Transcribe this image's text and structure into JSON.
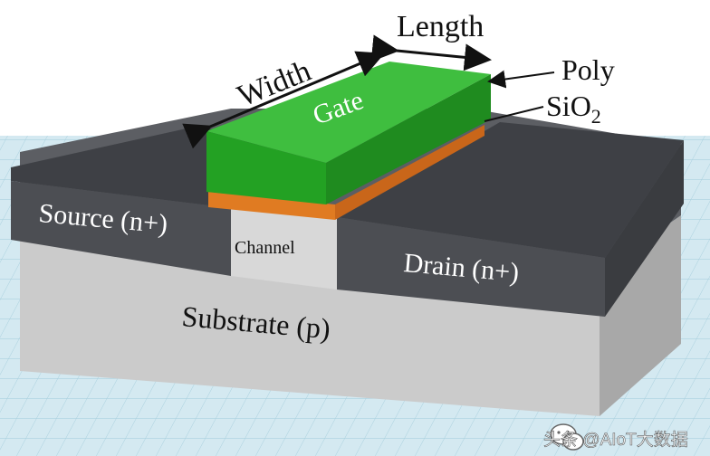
{
  "diagram": {
    "labels": {
      "length": "Length",
      "width": "Width",
      "gate": "Gate",
      "poly": "Poly",
      "sio2_main": "SiO",
      "sio2_sub": "2",
      "source": "Source (n+)",
      "drain": "Drain (n+)",
      "channel": "Channel",
      "substrate": "Substrate (p)"
    },
    "watermark": {
      "text": "头条 @AIoT大数据",
      "icon": "wechat-bubble-icon"
    },
    "colors": {
      "gate_top": "#3fbe3f",
      "gate_front": "#24a024",
      "gate_side": "#1d861d",
      "oxide": "#e07b22",
      "dark_region": "#4b4d52",
      "dark_top": "#3d3f44",
      "substrate_front": "#c9c9c9",
      "substrate_side": "#a9a9a9",
      "grid_bg": "#cfe6ef",
      "grid_line": "#9fcbdb"
    }
  }
}
